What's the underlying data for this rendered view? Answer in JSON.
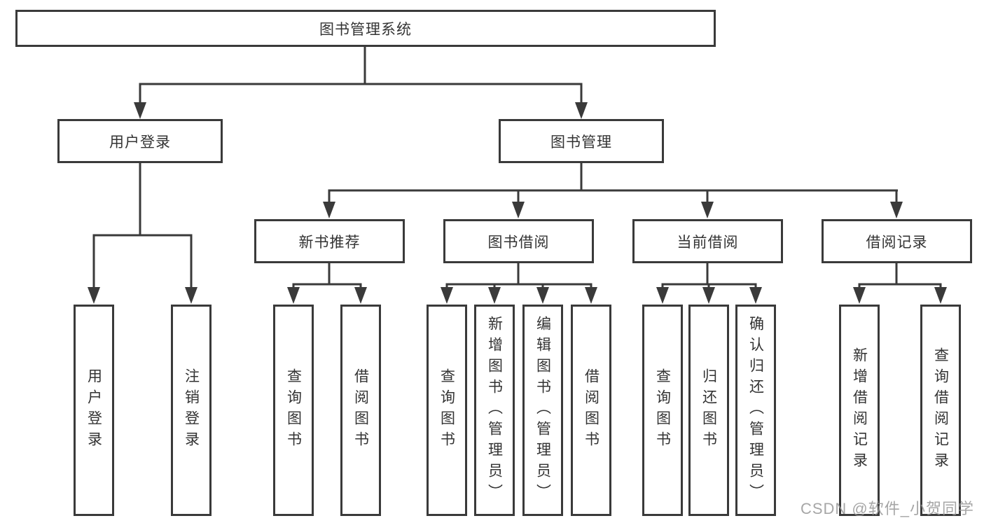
{
  "diagram": {
    "root": {
      "label": "图书管理系统"
    },
    "branches": [
      {
        "label": "用户登录",
        "children": [
          {
            "label": "用户登录"
          },
          {
            "label": "注销登录"
          }
        ]
      },
      {
        "label": "图书管理",
        "children": [
          {
            "label": "新书推荐",
            "children": [
              {
                "label": "查询图书"
              },
              {
                "label": "借阅图书"
              }
            ]
          },
          {
            "label": "图书借阅",
            "children": [
              {
                "label": "查询图书"
              },
              {
                "label": "新增图书（管理员）"
              },
              {
                "label": "编辑图书（管理员）"
              },
              {
                "label": "借阅图书"
              }
            ]
          },
          {
            "label": "当前借阅",
            "children": [
              {
                "label": "查询图书"
              },
              {
                "label": "归还图书"
              },
              {
                "label": "确认归还（管理员）"
              }
            ]
          },
          {
            "label": "借阅记录",
            "children": [
              {
                "label": "新增借阅记录"
              },
              {
                "label": "查询借阅记录"
              }
            ]
          }
        ]
      }
    ]
  },
  "watermark": "CSDN @软件_小贺同学",
  "colors": {
    "line": "#3a3a3a",
    "box_border": "#3a3a3a",
    "text": "#333333",
    "watermark": "#969696",
    "background": "#ffffff"
  }
}
